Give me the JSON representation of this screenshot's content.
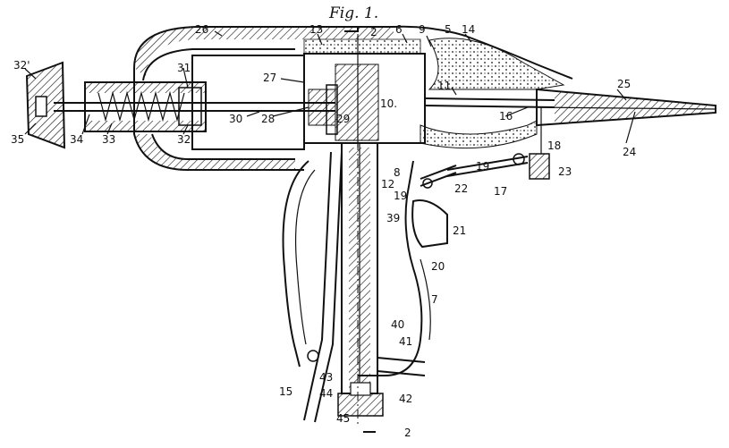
{
  "figure": {
    "title": "Fig. 1."
  },
  "section_marks": {
    "top": "2",
    "bottom": "2"
  },
  "labels": {
    "l32p": "32'",
    "l35": "35",
    "l34": "34",
    "l33": "33",
    "l32": "32",
    "l31": "31",
    "l30": "30",
    "l28": "28",
    "l29": "29",
    "l27": "27",
    "l26": "26",
    "l13": "13",
    "l6": "6",
    "l9": "9",
    "l5": "5",
    "l14": "14",
    "l25": "25",
    "l24": "24",
    "l10": "10.",
    "l11": "11",
    "l16": "16",
    "l18": "18",
    "l23": "23",
    "l17": "17",
    "l19a": "19",
    "l19b": "19",
    "l22": "22",
    "l21": "21",
    "l20": "20",
    "l7": "7",
    "l8": "8",
    "l12": "12",
    "l39": "39",
    "l40": "40",
    "l41": "41",
    "l42": "42",
    "l43": "43",
    "l44": "44",
    "l45": "45",
    "l15": "15"
  }
}
